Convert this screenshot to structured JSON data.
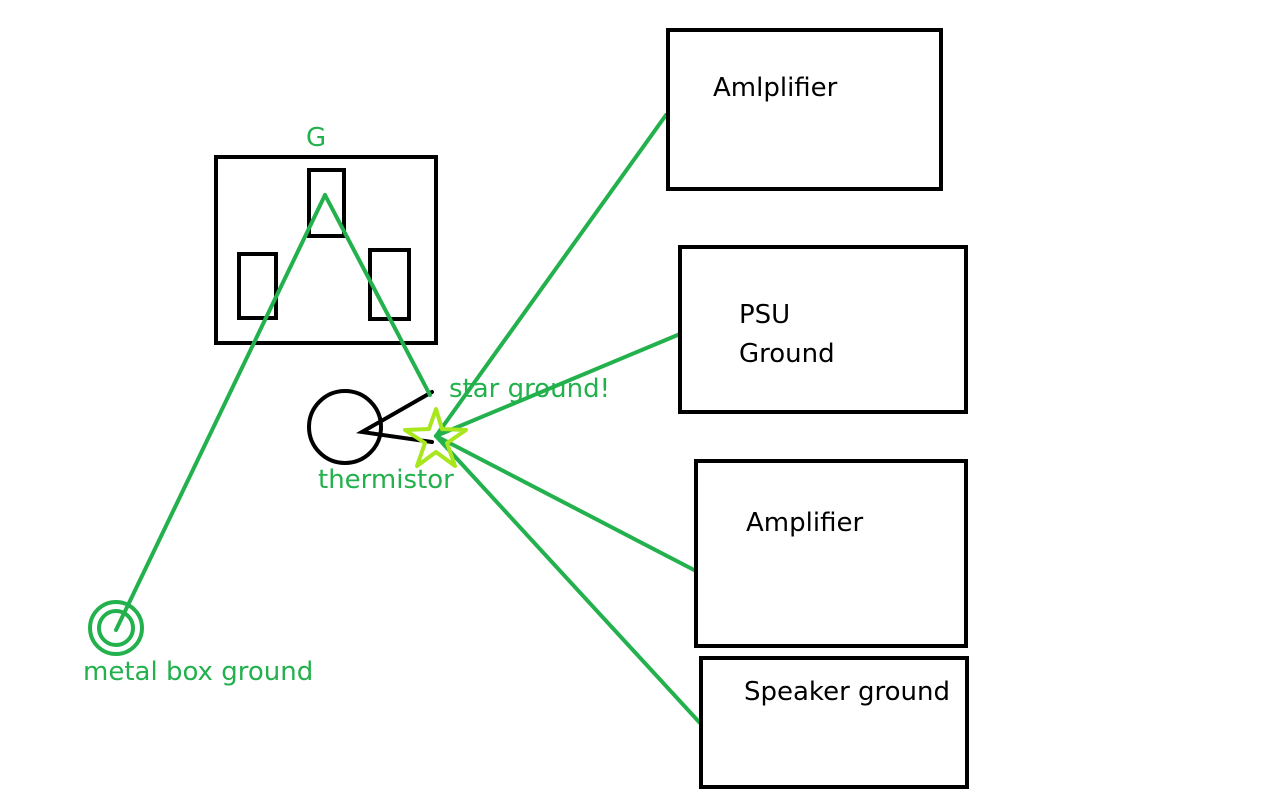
{
  "labels": {
    "outlet_ground_pin": "G",
    "star_ground": "star ground!",
    "thermistor": "thermistor",
    "metal_box_ground": "metal box ground"
  },
  "boxes": {
    "amplifier_1": "Amlplifier",
    "psu_ground_line1": "PSU",
    "psu_ground_line2": "Ground",
    "amplifier_2": "Amplifier",
    "speaker_ground": "Speaker ground"
  },
  "colors": {
    "wire": "#22b14c",
    "star": "#a8e61d",
    "outline": "#000000",
    "background": "#ffffff"
  }
}
